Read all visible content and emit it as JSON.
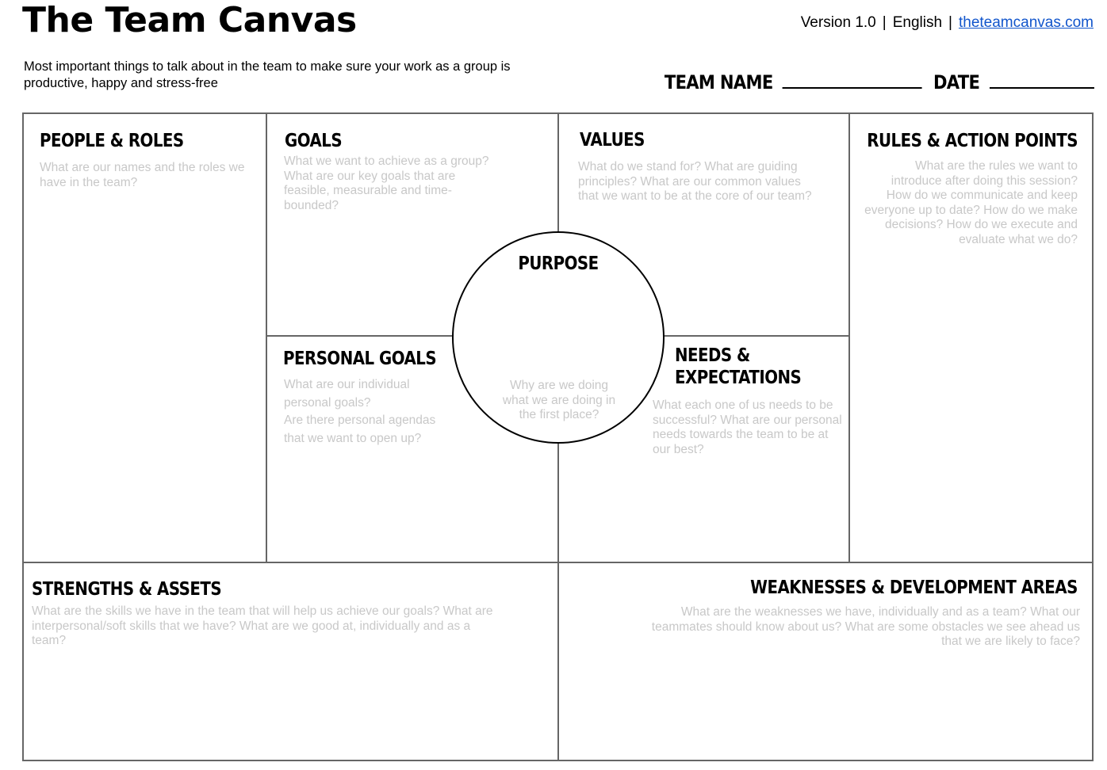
{
  "header": {
    "title": "The Team Canvas",
    "version": "Version 1.0",
    "language": "English",
    "separator": "|",
    "link": "theteamcanvas.com",
    "intro": "Most important things to talk about in the team to make sure your work as a group is productive, happy and stress-free",
    "team_name_label": "TEAM NAME",
    "date_label": "DATE"
  },
  "sections": {
    "people_roles": {
      "title": "PEOPLE & ROLES",
      "hint": "What are our names and the roles we have in the team?"
    },
    "goals": {
      "title": "GOALS",
      "hint": "What we want to achieve as a group? What are our key goals that are feasible, measurable and time-bounded?"
    },
    "values": {
      "title": "VALUES",
      "hint": "What do we stand for? What are guiding principles? What are our common values that we want to be at the core of our team?"
    },
    "rules": {
      "title": "RULES & ACTION POINTS",
      "hint": "What are the rules we want to introduce after doing this session? How do we communicate and keep everyone up to date? How do we make decisions? How do we execute and evaluate what we do?"
    },
    "purpose": {
      "title": "PURPOSE",
      "hint": "Why are we doing what we are doing in the first place?"
    },
    "personal_goals": {
      "title": "PERSONAL GOALS",
      "hint_line1": "What are our individual personal goals?",
      "hint_line2": "Are there personal agendas that we want to open up?"
    },
    "needs": {
      "title_line1": "NEEDS &",
      "title_line2": "EXPECTATIONS",
      "hint": "What each one of us needs to be successful?  What are our personal needs towards the team to be at our best?"
    },
    "strengths": {
      "title": "STRENGTHS & ASSETS",
      "hint": "What are the skills we have in the team that will help us achieve our goals? What are interpersonal/soft skills that we have? What are we good at, individually and as a team?"
    },
    "weaknesses": {
      "title": "WEAKNESSES & DEVELOPMENT AREAS",
      "hint": "What are the weaknesses we have, individually and as a team? What our teammates should know about us? What are some obstacles we see ahead us that we are likely to face?"
    }
  }
}
